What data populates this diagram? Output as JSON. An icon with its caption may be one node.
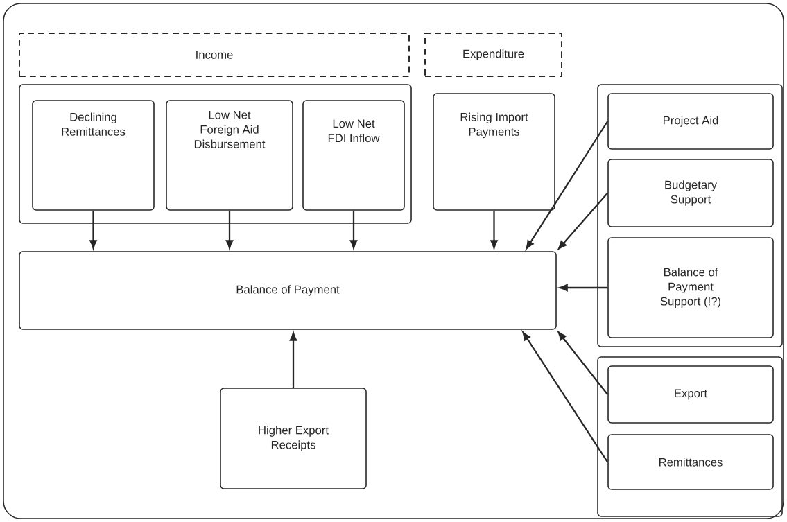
{
  "diagram": {
    "nodes": [
      {
        "text": [],
        "shape": "box"
      },
      {
        "text": [
          "Income"
        ],
        "in": 0
      },
      {
        "text": [
          "Expenditure"
        ],
        "in": 0
      },
      {
        "text": [],
        "shape": "box",
        "in": 0
      },
      {
        "text": [
          "Declining Remittances"
        ],
        "in": 3
      },
      {
        "text": [
          "Low Net Foreign Aid Disbursement"
        ],
        "in": 3
      },
      {
        "text": [
          "Low Net FDI Inflow"
        ],
        "in": 3
      },
      {
        "text": [
          "Rising Import Payments"
        ],
        "in": 0
      },
      {
        "text": [],
        "shape": "box",
        "in": 0
      },
      {
        "text": [
          "Project Aid"
        ],
        "in": 8
      },
      {
        "text": [
          "Budgetary Support"
        ],
        "in": 8
      },
      {
        "text": [
          "Balance of Payment Support (!?)"
        ],
        "in": 8
      },
      {
        "text": [
          "Balance of Payment"
        ],
        "in": 0
      },
      {
        "text": [
          "Higher Export Receipts"
        ],
        "in": 0
      },
      {
        "text": [],
        "shape": "box",
        "in": 0
      },
      {
        "text": [
          "Export"
        ],
        "in": 14
      },
      {
        "text": [
          "Remittances"
        ],
        "in": 14
      }
    ],
    "edges": [
      {
        "from": 4,
        "to": 12,
        "arrow": "to"
      },
      {
        "from": 5,
        "to": 12,
        "arrow": "to"
      },
      {
        "from": 6,
        "to": 12,
        "arrow": "to"
      },
      {
        "from": 7,
        "to": 12,
        "arrow": "to"
      },
      {
        "from": 9,
        "to": 12,
        "arrow": "to"
      },
      {
        "from": 10,
        "to": 12,
        "arrow": "to"
      },
      {
        "from": 11,
        "to": 12,
        "arrow": "to"
      },
      {
        "from": 13,
        "to": 12,
        "arrow": "to"
      },
      {
        "from": 15,
        "to": 12,
        "arrow": "to"
      },
      {
        "from": 16,
        "to": 12,
        "arrow": "to"
      }
    ]
  }
}
